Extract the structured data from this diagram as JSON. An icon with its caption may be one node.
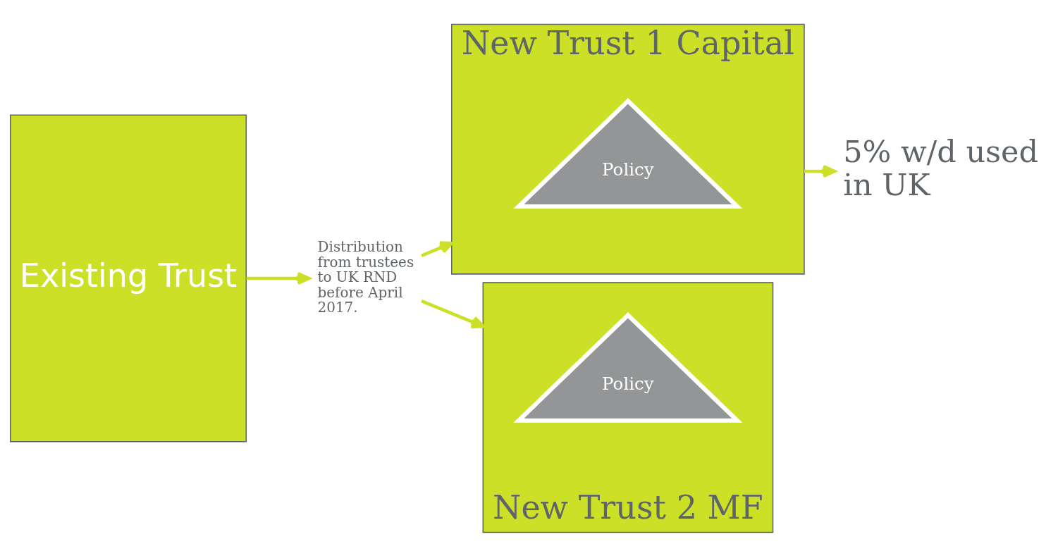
{
  "diagram": {
    "nodes": [
      {
        "text": [
          "Existing Trust"
        ]
      },
      {
        "text": [
          "Distribution from trustees to UK RND before April 2017."
        ]
      },
      {
        "text": [
          "New Trust 1 Capital"
        ]
      },
      {
        "text": [
          "Policy"
        ],
        "in": 2
      },
      {
        "text": [
          "New Trust 2 MF"
        ]
      },
      {
        "text": [
          "Policy"
        ],
        "in": 4
      },
      {
        "text": [
          "5% w/d used in UK"
        ]
      }
    ],
    "edges": [
      {
        "from": 0,
        "to": 1,
        "arrow": "to"
      },
      {
        "from": 1,
        "to": 2,
        "arrow": "to"
      },
      {
        "from": 1,
        "to": 4,
        "arrow": "to"
      },
      {
        "from": 2,
        "to": 6,
        "arrow": "to"
      }
    ]
  }
}
